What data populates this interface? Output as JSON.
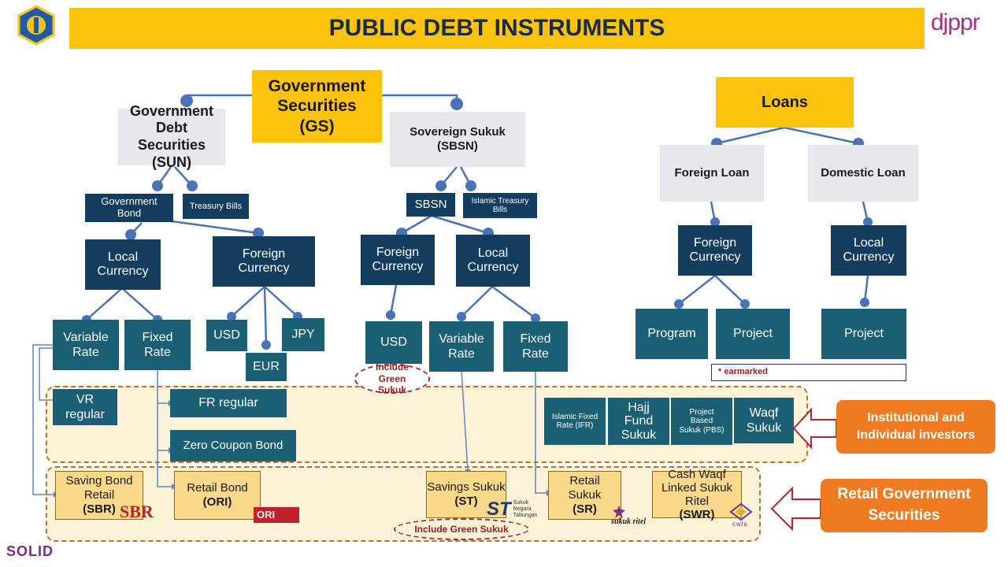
{
  "header": {
    "title": "PUBLIC DEBT INSTRUMENTS",
    "brand_right": "djppr",
    "brand_bottom": "SOLID"
  },
  "colors": {
    "header_bar": "#fcc30c",
    "box_teal": "#1a5f73",
    "box_navy": "#123d5e",
    "box_grey": "#e6e8ee",
    "retail_box": "#fcd98a",
    "investor_orange": "#f07a21",
    "connector": "#4a72b8",
    "dashed_region": "#c0702a",
    "green_sukuk_ellipse": "#a22a2a"
  },
  "gs": {
    "title": "Government Securities (GS)",
    "sun": "Government Debt Securities (SUN)",
    "sbsn_header": "Sovereign Sukuk (SBSN)",
    "gov_bond": "Government Bond",
    "treasury_bills": "Treasury Bills",
    "sbsn": "SBSN",
    "islamic_treasury_bills": "Islamic Treasury Bills",
    "sun_local": "Local Currency",
    "sun_foreign": "Foreign Currency",
    "sbsn_foreign": "Foreign Currency",
    "sbsn_local": "Local Currency",
    "sun_variable": "Variable Rate",
    "sun_fixed": "Fixed Rate",
    "usd": "USD",
    "eur": "EUR",
    "jpy": "JPY",
    "sbsn_usd": "USD",
    "sbsn_variable": "Variable Rate",
    "sbsn_fixed": "Fixed Rate",
    "include_green_sukuk_1": "Include Green Sukuk",
    "include_green_sukuk_2": "Include Green Sukuk"
  },
  "loans": {
    "title": "Loans",
    "foreign_loan": "Foreign Loan",
    "domestic_loan": "Domestic Loan",
    "foreign_currency": "Foreign Currency",
    "local_currency": "Local Currency",
    "program": "Program",
    "project_foreign": "Project",
    "project_domestic": "Project",
    "earmarked": "* earmarked"
  },
  "institutional": {
    "vr_regular": "VR regular",
    "fr_regular": "FR regular",
    "zero_coupon": "Zero Coupon Bond",
    "ifr": "Islamic Fixed Rate (IFR)",
    "hajj": "Hajj Fund Sukuk",
    "pbs": "Project Based Sukuk (PBS)",
    "waqf": "Waqf Sukuk",
    "investors_label": "Institutional and Individual investors"
  },
  "retail": {
    "sbr_line1": "Saving Bond Retail",
    "sbr_line2": "(SBR)",
    "sbr_logo": "SBR",
    "ori_line1": "Retail Bond",
    "ori_line2": "(ORI)",
    "ori_logo": "ORI",
    "st_line1": "Savings Sukuk",
    "st_line2": "(ST)",
    "st_logo": "ST",
    "st_logo_caption": "Sukuk Negara Tabungan",
    "sr_line1": "Retail Sukuk",
    "sr_line2": "(SR)",
    "sr_logo": "sukuk ritel",
    "swr_line1": "Cash Waqf Linked Sukuk Ritel",
    "swr_line2": "(SWR)",
    "swr_logo": "cwls",
    "label": "Retail Government Securities"
  }
}
